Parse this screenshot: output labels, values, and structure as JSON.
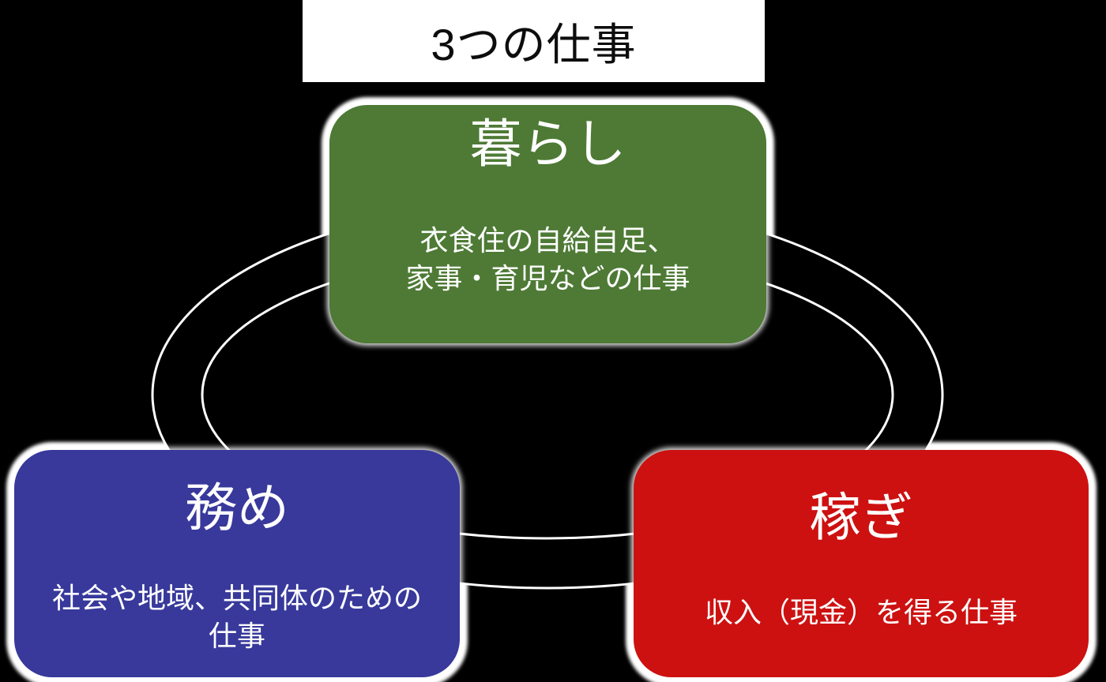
{
  "diagram": {
    "title": "3つの仕事",
    "nodes": [
      {
        "id": "kurashi",
        "label": "暮らし",
        "description_lines": [
          "衣食住の自給自足、",
          "家事・育児などの仕事"
        ],
        "color": "#4e7a35",
        "position": "top"
      },
      {
        "id": "tsutome",
        "label": "務め",
        "description_lines": [
          "社会や地域、共同体のための",
          "仕事"
        ],
        "color": "#38399b",
        "position": "bottom-left"
      },
      {
        "id": "kasegi",
        "label": "稼ぎ",
        "description_lines": [
          "収入（現金）を得る仕事"
        ],
        "color": "#cd1111",
        "position": "bottom-right"
      }
    ],
    "colors": {
      "background": "#000000",
      "title_background": "#ffffff",
      "title_text": "#0d0d0d",
      "node_text": "#ffffff",
      "glow": "#ffffff",
      "ring_fill": "#000000",
      "ring_outline": "#ffffff"
    }
  }
}
